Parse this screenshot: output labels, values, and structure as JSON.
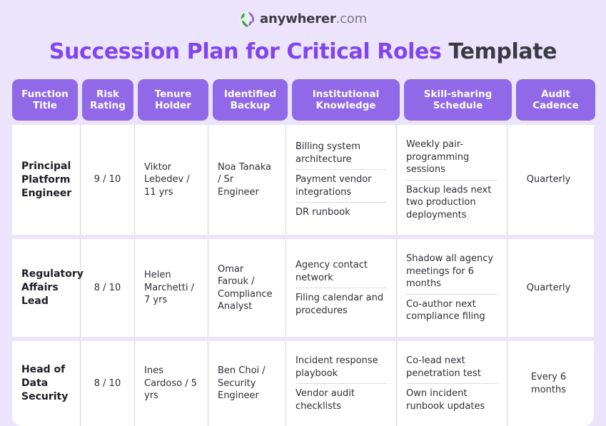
{
  "brand": {
    "logo_icon": "globe-icon",
    "name": "anywherer",
    "tld": ".com"
  },
  "title": {
    "accent": "Succession Plan for Critical Roles",
    "rest": "Template"
  },
  "colors": {
    "page_background": "#ece4fd",
    "header_purple": "#9068e8",
    "title_accent": "#8044f0",
    "title_rest": "#3b3b44",
    "row_background": "#ffffff",
    "divider": "#d4d4db"
  },
  "table": {
    "columns": [
      {
        "line1": "Function",
        "line2": "Title"
      },
      {
        "line1": "Risk",
        "line2": "Rating"
      },
      {
        "line1": "Tenure",
        "line2": "Holder"
      },
      {
        "line1": "Identified",
        "line2": "Backup"
      },
      {
        "line1": "Institutional",
        "line2": "Knowledge"
      },
      {
        "line1": "Skill-sharing",
        "line2": "Schedule"
      },
      {
        "line1": "Audit",
        "line2": "Cadence"
      }
    ],
    "rows": [
      {
        "function_title": "Principal Platform Engineer",
        "risk_rating": "9 / 10",
        "tenure_holder": "Viktor Lebedev / 11 yrs",
        "identified_backup": "Noa Tanaka / Sr Engineer",
        "institutional_knowledge": [
          "Billing system architecture",
          "Payment vendor integrations",
          "DR runbook"
        ],
        "skill_sharing_schedule": [
          "Weekly pair-programming sessions",
          "Backup leads next two production deployments"
        ],
        "audit_cadence": "Quarterly"
      },
      {
        "function_title": "Regulatory Affairs Lead",
        "risk_rating": "8 / 10",
        "tenure_holder": "Helen Marchetti / 7 yrs",
        "identified_backup": "Omar Farouk / Compliance Analyst",
        "institutional_knowledge": [
          "Agency contact network",
          "Filing calendar and procedures"
        ],
        "skill_sharing_schedule": [
          "Shadow all agency meetings for 6 months",
          "Co-author next compliance filing"
        ],
        "audit_cadence": "Quarterly"
      },
      {
        "function_title": "Head of Data Security",
        "risk_rating": "8 / 10",
        "tenure_holder": "Ines Cardoso / 5 yrs",
        "identified_backup": "Ben Choi / Security Engineer",
        "institutional_knowledge": [
          "Incident response playbook",
          "Vendor audit checklists"
        ],
        "skill_sharing_schedule": [
          "Co-lead next penetration test",
          "Own incident runbook updates"
        ],
        "audit_cadence": "Every 6 months"
      }
    ]
  }
}
